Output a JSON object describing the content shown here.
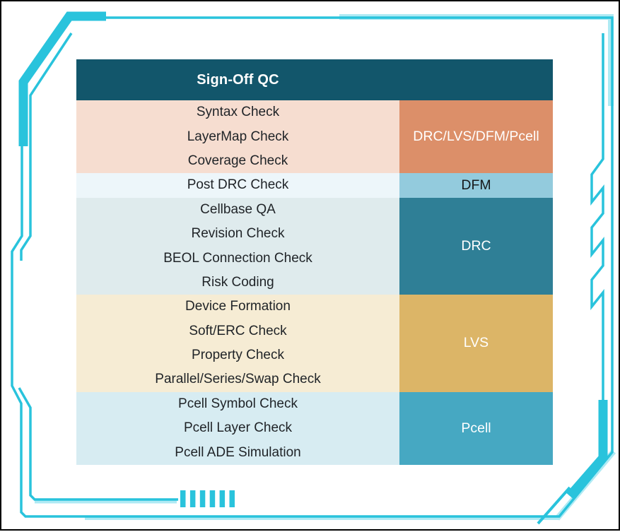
{
  "header": {
    "title": "Sign-Off QC",
    "bg": "#12566b",
    "text_color": "#ffffff"
  },
  "groups": [
    {
      "category": "DRC/LVS/DFM/Pcell",
      "items": [
        "Syntax Check",
        "LayerMap Check",
        "Coverage Check"
      ],
      "left_bg": "#f6ddd0",
      "right_bg": "#dc8f69",
      "category_text_color": "#ffffff"
    },
    {
      "category": "DFM",
      "items": [
        "Post DRC Check"
      ],
      "left_bg": "#edf6fa",
      "right_bg": "#93cbdd",
      "category_text_color": "#16181a"
    },
    {
      "category": "DRC",
      "items": [
        "Cellbase QA",
        "Revision Check",
        "BEOL Connection Check",
        "Risk Coding"
      ],
      "left_bg": "#dfebed",
      "right_bg": "#2f7f96",
      "category_text_color": "#ffffff"
    },
    {
      "category": "LVS",
      "items": [
        "Device Formation",
        "Soft/ERC Check",
        "Property Check",
        "Parallel/Series/Swap Check"
      ],
      "left_bg": "#f6ecd4",
      "right_bg": "#dcb567",
      "category_text_color": "#ffffff"
    },
    {
      "category": "Pcell",
      "items": [
        "Pcell Symbol Check",
        "Pcell Layer Check",
        "Pcell ADE Simulation"
      ],
      "left_bg": "#d7ecf2",
      "right_bg": "#46a8c2",
      "category_text_color": "#ffffff"
    }
  ],
  "frame": {
    "accent": "#29c3dc",
    "accent_light": "#aeeaf4",
    "tick_count": 6
  },
  "colors": {
    "item_text": "#1f2327",
    "page_border": "#000000",
    "background": "#ffffff"
  }
}
